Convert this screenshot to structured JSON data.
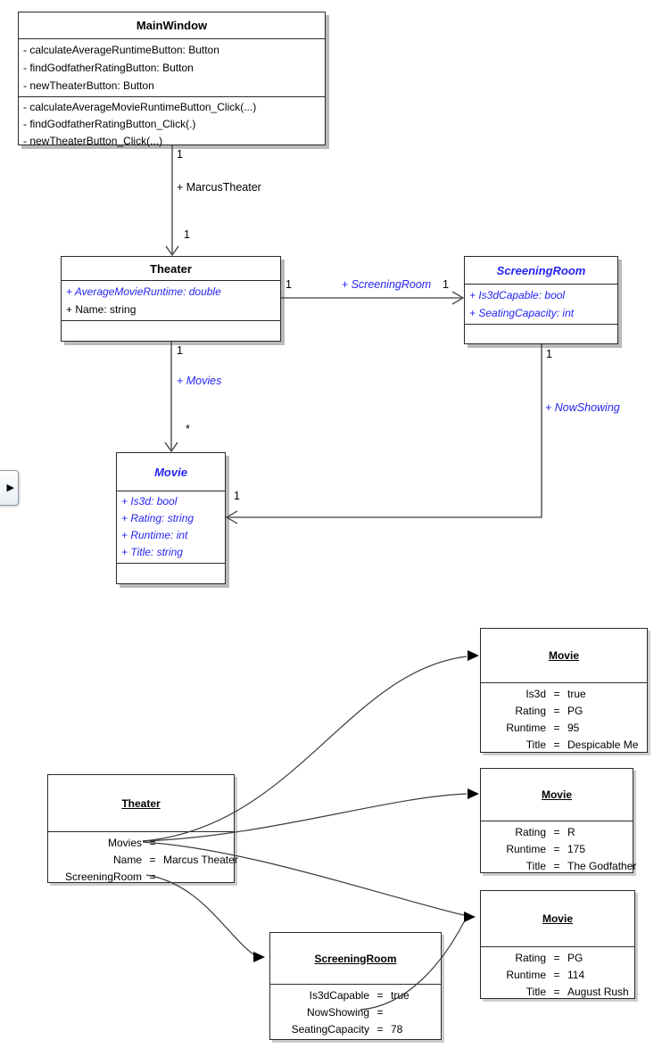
{
  "colors": {
    "member_blue": "#2424f2",
    "box_border": "#2a2a2a",
    "connector": "#3c3c3c",
    "class_box_shadow": "#b9b9b9",
    "object_box_shadow": "#cccccc"
  },
  "icons": {
    "panel_expand_glyph": "▶"
  },
  "class_diagram": {
    "main_window": {
      "title": "MainWindow",
      "fields": [
        "- calculateAverageRuntimeButton: Button",
        "- findGodfatherRatingButton: Button",
        "- newTheaterButton: Button"
      ],
      "methods": [
        "- calculateAverageMovieRuntimeButton_Click(...)",
        "- findGodfatherRatingButton_Click(.)",
        "- newTheaterButton_Click(...)"
      ]
    },
    "theater": {
      "title": "Theater",
      "members": [
        "+ AverageMovieRuntime: double",
        "+ Name: string"
      ]
    },
    "screening_room": {
      "title": "ScreeningRoom",
      "members": [
        "+ Is3dCapable: bool",
        "+ SeatingCapacity: int"
      ]
    },
    "movie": {
      "title": "Movie",
      "members": [
        "+ Is3d: bool",
        "+ Rating: string",
        "+ Runtime: int",
        "+ Title: string"
      ]
    },
    "associations": {
      "marcus_theater": {
        "name": "+ MarcusTheater",
        "mult_source": "1",
        "mult_target": "1"
      },
      "screening_room": {
        "name": "+ ScreeningRoom",
        "mult_source": "1",
        "mult_target": "1"
      },
      "movies": {
        "name": "+ Movies",
        "mult_source": "1",
        "mult_target": "*"
      },
      "now_showing": {
        "name": "+ NowShowing",
        "mult_source": "1",
        "mult_target": "1"
      }
    }
  },
  "object_diagram": {
    "equals_sign": "=",
    "theater": {
      "title": "Theater",
      "rows": [
        {
          "name": "Movies",
          "value": ""
        },
        {
          "name": "Name",
          "value": "Marcus Theater"
        },
        {
          "name": "ScreeningRoom",
          "value": ""
        }
      ]
    },
    "movie1": {
      "title": "Movie",
      "rows": [
        {
          "name": "Is3d",
          "value": "true"
        },
        {
          "name": "Rating",
          "value": "PG"
        },
        {
          "name": "Runtime",
          "value": "95"
        },
        {
          "name": "Title",
          "value": "Despicable Me"
        }
      ]
    },
    "movie2": {
      "title": "Movie",
      "rows": [
        {
          "name": "Rating",
          "value": "R"
        },
        {
          "name": "Runtime",
          "value": "175"
        },
        {
          "name": "Title",
          "value": "The Godfather"
        }
      ]
    },
    "movie3": {
      "title": "Movie",
      "rows": [
        {
          "name": "Rating",
          "value": "PG"
        },
        {
          "name": "Runtime",
          "value": "114"
        },
        {
          "name": "Title",
          "value": "August Rush"
        }
      ]
    },
    "screening_room": {
      "title": "ScreeningRoom",
      "rows": [
        {
          "name": "Is3dCapable",
          "value": "true"
        },
        {
          "name": "NowShowing",
          "value": ""
        },
        {
          "name": "SeatingCapacity",
          "value": "78"
        }
      ]
    }
  }
}
